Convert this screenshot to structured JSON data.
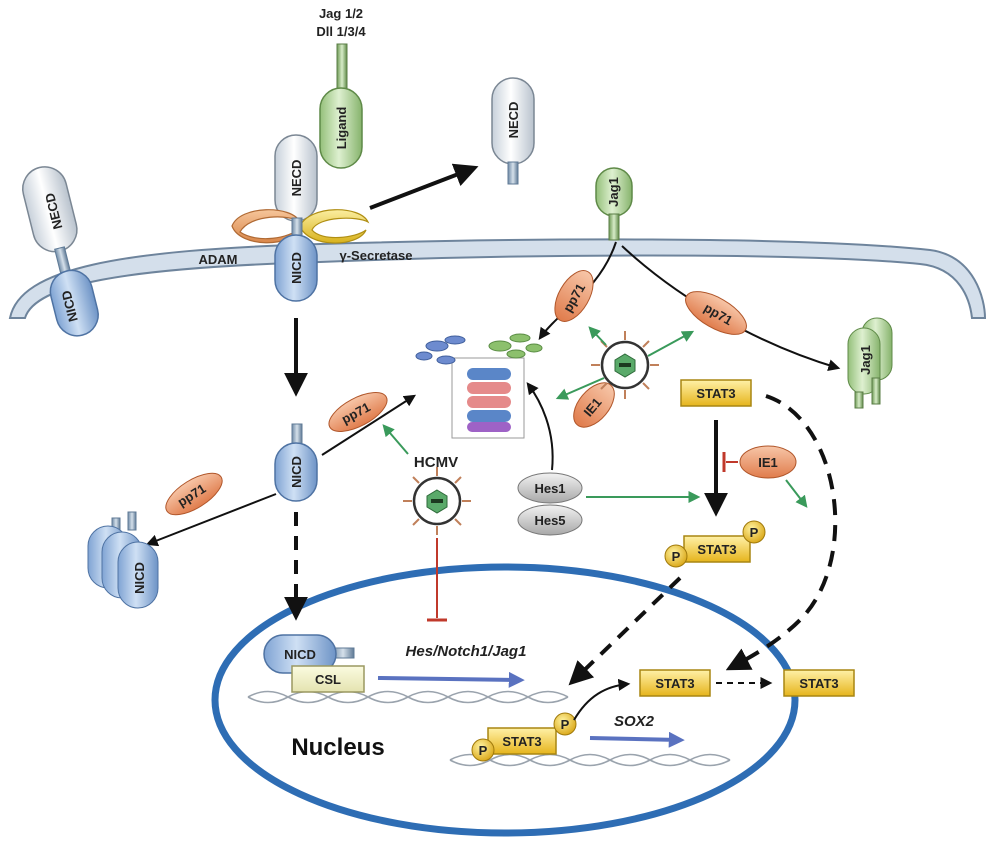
{
  "ligand_names": [
    "Jag 1/2",
    "Dll 1/3/4"
  ],
  "labels": {
    "ligand": "Ligand",
    "necd": "NECD",
    "nicd": "NICD",
    "adam": "ADAM",
    "gamma_secretase": "γ-Secretase",
    "jag1": "Jag1",
    "pp71": "pp71",
    "ie1": "IE1",
    "hcmv": "HCMV",
    "hes1": "Hes1",
    "hes5": "Hes5",
    "stat3": "STAT3",
    "p": "P",
    "csl": "CSL",
    "nucleus": "Nucleus",
    "target_genes": "Hes/Notch1/Jag1",
    "sox2": "SOX2"
  },
  "colors": {
    "membrane": "#c9d6e6",
    "nicd_blue": "#9bbbe0",
    "necd_white": "#eef2f6",
    "ligand_green": "#b8d8a2",
    "pp71_orange": "#f0a278",
    "stat3_yellow": "#f7d24a",
    "nucleus_border": "#2e6db4",
    "green_arrow": "#3a9a5b",
    "inhibit_red": "#c0392b",
    "blue_arrow": "#5a72c0"
  }
}
